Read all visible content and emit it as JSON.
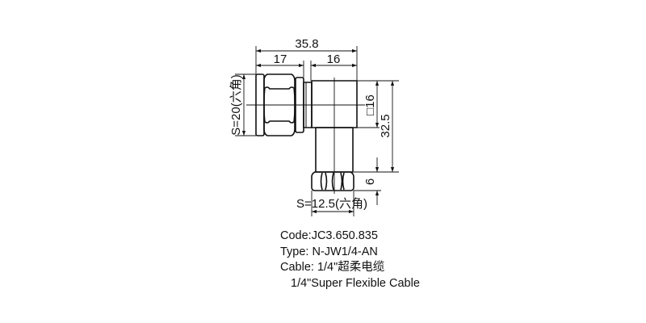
{
  "drawing": {
    "title": "Right-angle N connector dimension drawing",
    "colors": {
      "line": "#111111",
      "background": "#ffffff"
    },
    "dimensions": {
      "overall_width": "35.8",
      "hex_length": "17",
      "body_length": "16",
      "hex_size_left": "S=20(六角)",
      "body_square": "□16",
      "overall_height": "32.5",
      "bottom_hex_height": "6",
      "hex_size_bottom": "S=12.5(六角)"
    },
    "units": "mm"
  },
  "specs": {
    "code": "Code:JC3.650.835",
    "type": "Type: N-JW1/4-AN",
    "cable_cn": "Cable: 1/4\"超柔电缆",
    "cable_en": "1/4\"Super Flexible Cable"
  }
}
